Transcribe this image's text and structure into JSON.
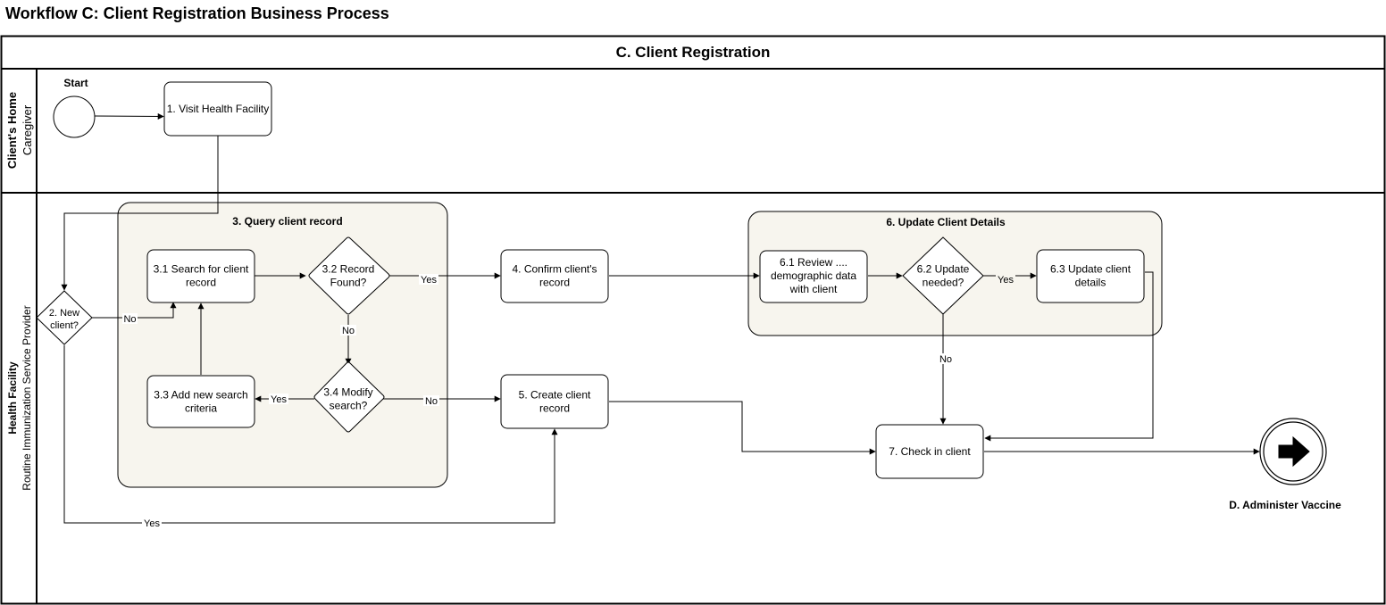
{
  "page_title": "Workflow C: Client Registration Business Process",
  "pool_title": "C. Client Registration",
  "lanes": {
    "home": {
      "title": "Client's Home",
      "subtitle": "Caregiver"
    },
    "facility": {
      "title": "Health Facility",
      "subtitle": "Routine Immunization Service Provider"
    }
  },
  "start_label": "Start",
  "end_label": "D. Administer Vaccine",
  "groups": {
    "query": "3. Query client record",
    "update": "6. Update Client Details"
  },
  "nodes": {
    "visit": [
      "1. Visit Health Facility"
    ],
    "new_client": [
      "2. New",
      "client?"
    ],
    "search": [
      "3.1 Search for client",
      "record"
    ],
    "found": [
      "3.2 Record",
      "Found?"
    ],
    "add_criteria": [
      "3.3 Add new search",
      "criteria"
    ],
    "modify": [
      "3.4 Modify",
      "search?"
    ],
    "confirm": [
      "4. Confirm client's",
      "record"
    ],
    "create": [
      "5. Create client",
      "record"
    ],
    "review": [
      "6.1 Review ....",
      "demographic data",
      "with client"
    ],
    "update_needed": [
      "6.2 Update",
      "needed?"
    ],
    "update_details": [
      "6.3 Update client",
      "details"
    ],
    "checkin": [
      "7. Check in client"
    ]
  },
  "edge_labels": {
    "new_no": "No",
    "new_yes": "Yes",
    "found_yes": "Yes",
    "found_no": "No",
    "modify_yes": "Yes",
    "modify_no": "No",
    "update_yes": "Yes",
    "update_no": "No"
  },
  "colors": {
    "group_fill": "#f7f5ee",
    "stroke": "#000000"
  }
}
